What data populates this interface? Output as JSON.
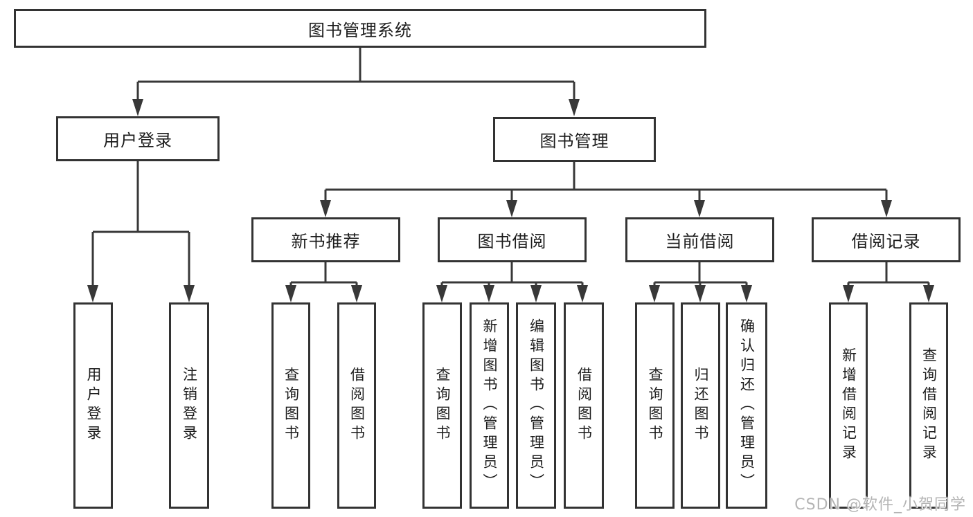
{
  "diagram": {
    "root": "图书管理系统",
    "user_branch": {
      "label": "用户登录",
      "children": [
        "用户登录",
        "注销登录"
      ]
    },
    "book_branch": {
      "label": "图书管理",
      "sections": [
        {
          "label": "新书推荐",
          "children": [
            "查询图书",
            "借阅图书"
          ]
        },
        {
          "label": "图书借阅",
          "children": [
            "查询图书",
            "新增图书（管理员）",
            "编辑图书（管理员）",
            "借阅图书"
          ]
        },
        {
          "label": "当前借阅",
          "children": [
            "查询图书",
            "归还图书",
            "确认归还（管理员）"
          ]
        },
        {
          "label": "借阅记录",
          "children": [
            "新增借阅记录",
            "查询借阅记录"
          ]
        }
      ]
    }
  },
  "watermark": "CSDN @软件_小贺同学",
  "colors": {
    "line": "#383838",
    "box_border": "#333333",
    "text": "#1c1c1c",
    "watermark": "#b5b5b5",
    "background": "#ffffff"
  }
}
